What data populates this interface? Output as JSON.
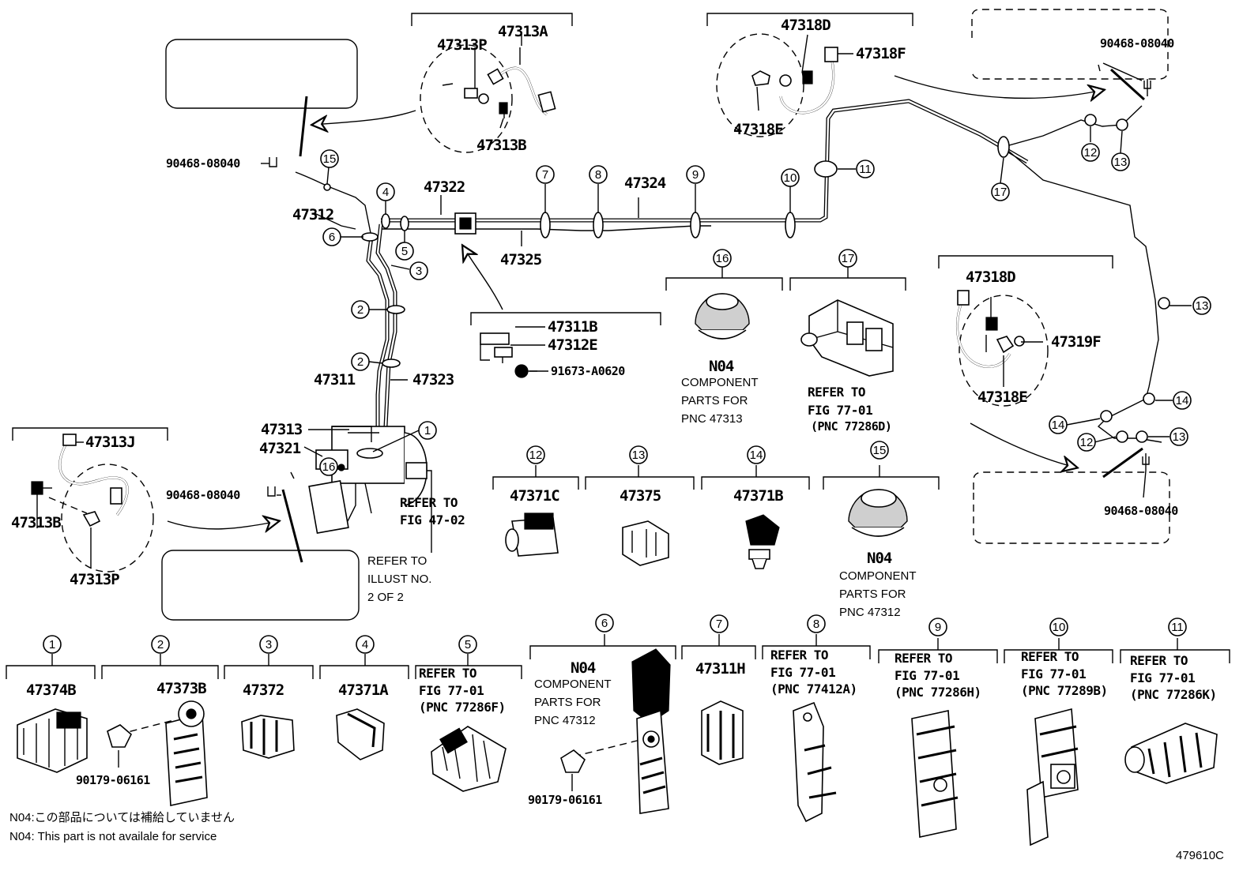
{
  "drawing_id": "479610C",
  "notes": {
    "jp": "N04:この部品については補給していません",
    "en": "N04: This part is not availale for service"
  },
  "callouts": {
    "c1": "1",
    "c2": "2",
    "c3": "3",
    "c4": "4",
    "c5": "5",
    "c6": "6",
    "c7": "7",
    "c8": "8",
    "c9": "9",
    "c10": "10",
    "c11": "11",
    "c12": "12",
    "c13": "13",
    "c14": "14",
    "c15": "15",
    "c16": "16",
    "c17": "17"
  },
  "parts": {
    "p47313A": "47313A",
    "p47313P": "47313P",
    "p47313B": "47313B",
    "p47318D": "47318D",
    "p47318F": "47318F",
    "p47318E": "47318E",
    "p90468": "90468-08040",
    "p47312": "47312",
    "p47322": "47322",
    "p47324": "47324",
    "p47325": "47325",
    "p47311B": "47311B",
    "p47312E": "47312E",
    "p91673": "91673-A0620",
    "p47323": "47323",
    "p47311": "47311",
    "p47313": "47313",
    "p47321": "47321",
    "p47313J": "47313J",
    "p47319F": "47319F",
    "p47371C": "47371C",
    "p47375": "47375",
    "p47371B": "47371B",
    "p47374B": "47374B",
    "p47373B": "47373B",
    "p47372": "47372",
    "p47371A": "47371A",
    "p47311H": "47311H",
    "p90179": "90179-06161",
    "n04": "N04"
  },
  "refs": {
    "refer_to": "REFER TO",
    "fig4702": "FIG 47-02",
    "fig7701": "FIG 77-01",
    "illust_no": "ILLUST NO.",
    "two_of_two": "2 OF 2",
    "pnc77286D": "(PNC 77286D)",
    "pnc77286F": "(PNC 77286F)",
    "pnc77412A": "(PNC 77412A)",
    "pnc77286H": "(PNC 77286H)",
    "pnc77289B": "(PNC 77289B)",
    "pnc77286K": "(PNC 77286K)",
    "component": "COMPONENT",
    "parts_for": "PARTS FOR",
    "pnc47313": "PNC 47313",
    "pnc47312": "PNC 47312"
  }
}
